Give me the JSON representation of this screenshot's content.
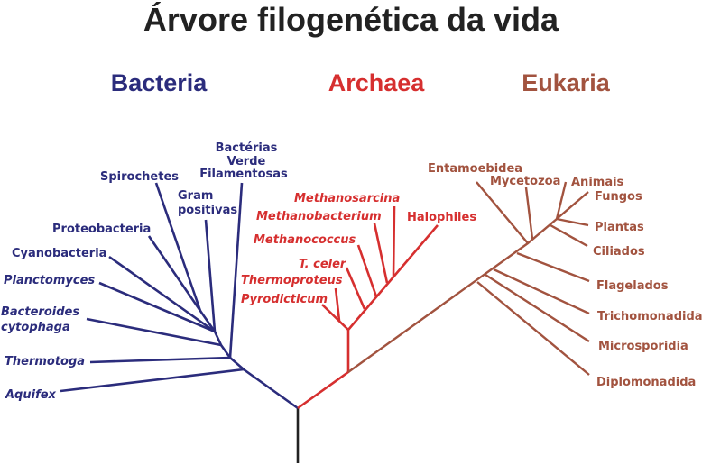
{
  "title": "Árvore filogenética da vida",
  "colors": {
    "bacteria": "#2b2c7c",
    "archaea": "#d62f2f",
    "eukaria": "#a2533f",
    "root": "#222222"
  },
  "domains": {
    "bacteria": "Bacteria",
    "archaea": "Archaea",
    "eukaria": "Eukaria"
  },
  "bacteria": {
    "green_1": "Bactérias",
    "green_2": "Verde",
    "green_3": "Filamentosas",
    "spirochetes": "Spirochetes",
    "gram_1": "Gram",
    "gram_2": "positivas",
    "proteobacteria": "Proteobacteria",
    "cyanobacteria": "Cyanobacteria",
    "planctomyces": "Planctomyces",
    "bacteroides_1": "Bacteroides",
    "bacteroides_2": "cytophaga",
    "thermotoga": "Thermotoga",
    "aquifex": "Aquifex"
  },
  "archaea": {
    "methanosarcina": "Methanosarcina",
    "methanobacterium": "Methanobacterium",
    "halophiles": "Halophiles",
    "methanococcus": "Methanococcus",
    "tceler": "T. celer",
    "thermoproteus": "Thermoproteus",
    "pyrodicticum": "Pyrodicticum"
  },
  "eukaria": {
    "entamoebidea": "Entamoebidea",
    "mycetozoa": "Mycetozoa",
    "animais": "Animais",
    "fungos": "Fungos",
    "plantas": "Plantas",
    "ciliados": "Ciliados",
    "flagelados": "Flagelados",
    "trichomonadida": "Trichomonadida",
    "microsporidia": "Microsporidia",
    "diplomonadida": "Diplomonadida"
  }
}
